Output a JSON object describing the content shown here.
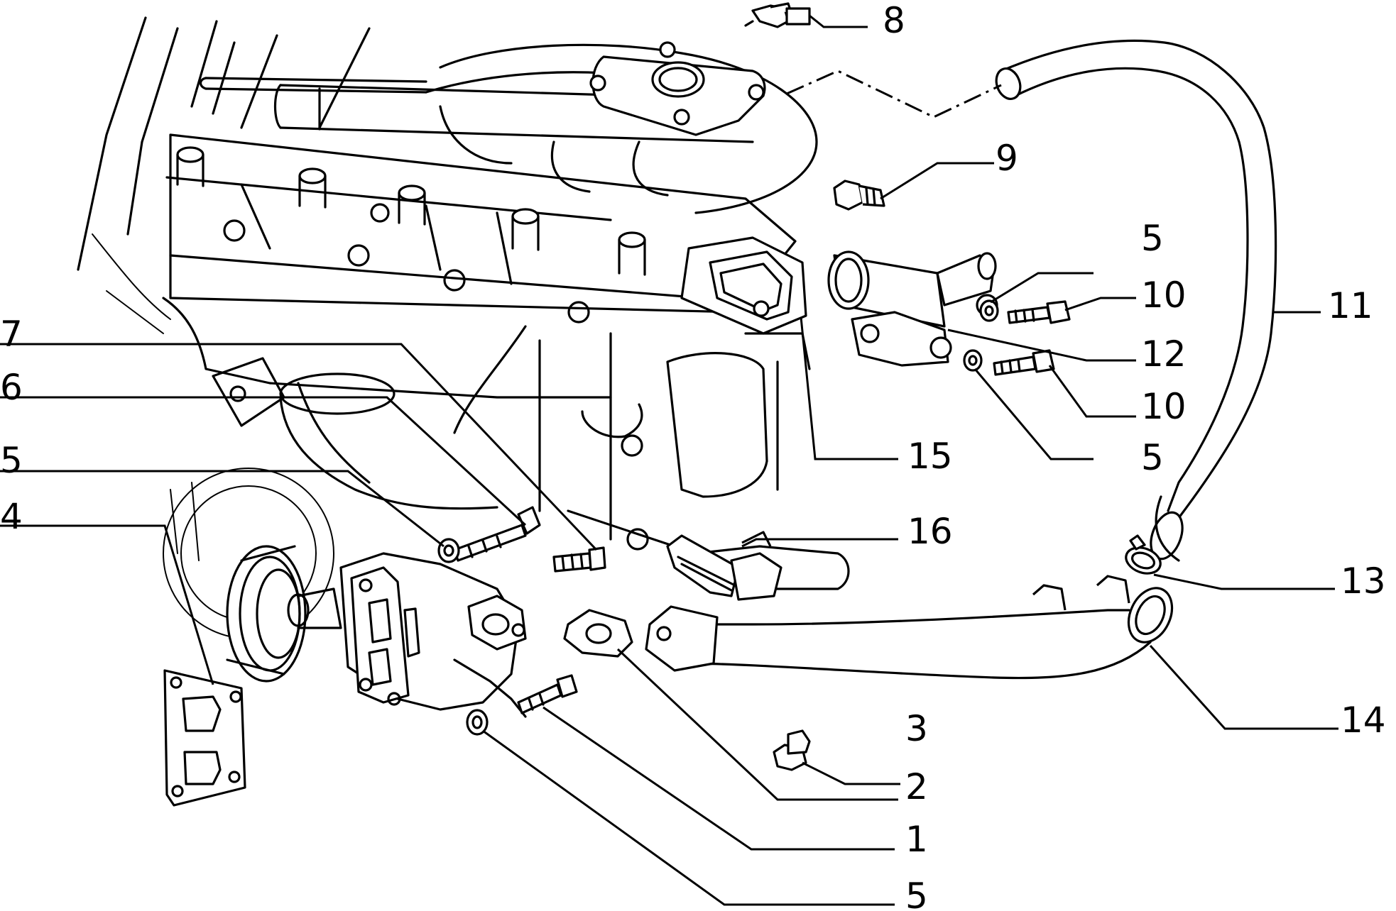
{
  "callouts": {
    "c1": "1",
    "c2": "2",
    "c3": "3",
    "c4": "4",
    "c5a": "5",
    "c5b": "5",
    "c5c": "5",
    "c5d": "5",
    "c6": "6",
    "c7": "7",
    "c8": "8",
    "c9": "9",
    "c10a": "10",
    "c10b": "10",
    "c11": "11",
    "c12": "12",
    "c13": "13",
    "c14": "14",
    "c15": "15",
    "c16": "16"
  },
  "colors": {
    "line": "#000000",
    "background": "#ffffff"
  }
}
